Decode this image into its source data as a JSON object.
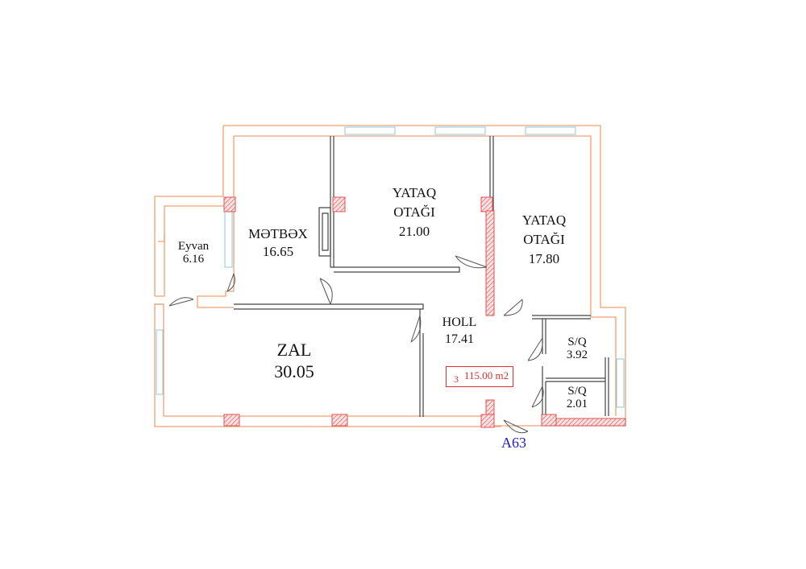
{
  "rooms": {
    "bedroom1": {
      "name_line1": "YATAQ",
      "name_line2": "OTAĞI",
      "area": "21.00"
    },
    "bedroom2": {
      "name_line1": "YATAQ",
      "name_line2": "OTAĞI",
      "area": "17.80"
    },
    "kitchen": {
      "name": "MƏTBƏX",
      "area": "16.65"
    },
    "balcony": {
      "name": "Eyvan",
      "area": "6.16"
    },
    "living": {
      "name": "ZAL",
      "area": "30.05"
    },
    "hall": {
      "name": "HOLL",
      "area": "17.41"
    },
    "bath1": {
      "name": "S/Q",
      "area": "3.92"
    },
    "bath2": {
      "name": "S/Q",
      "area": "2.01"
    }
  },
  "summary": {
    "rooms_count": "3",
    "total_area": "115.00 m2"
  },
  "apartment_id": "A63",
  "colors": {
    "wall": "#f0a070",
    "inner_wall": "#444444",
    "hatch": "#e05050",
    "window": "#88c8e8",
    "summary_border": "#e03030",
    "apartment_id": "#2020c0"
  }
}
